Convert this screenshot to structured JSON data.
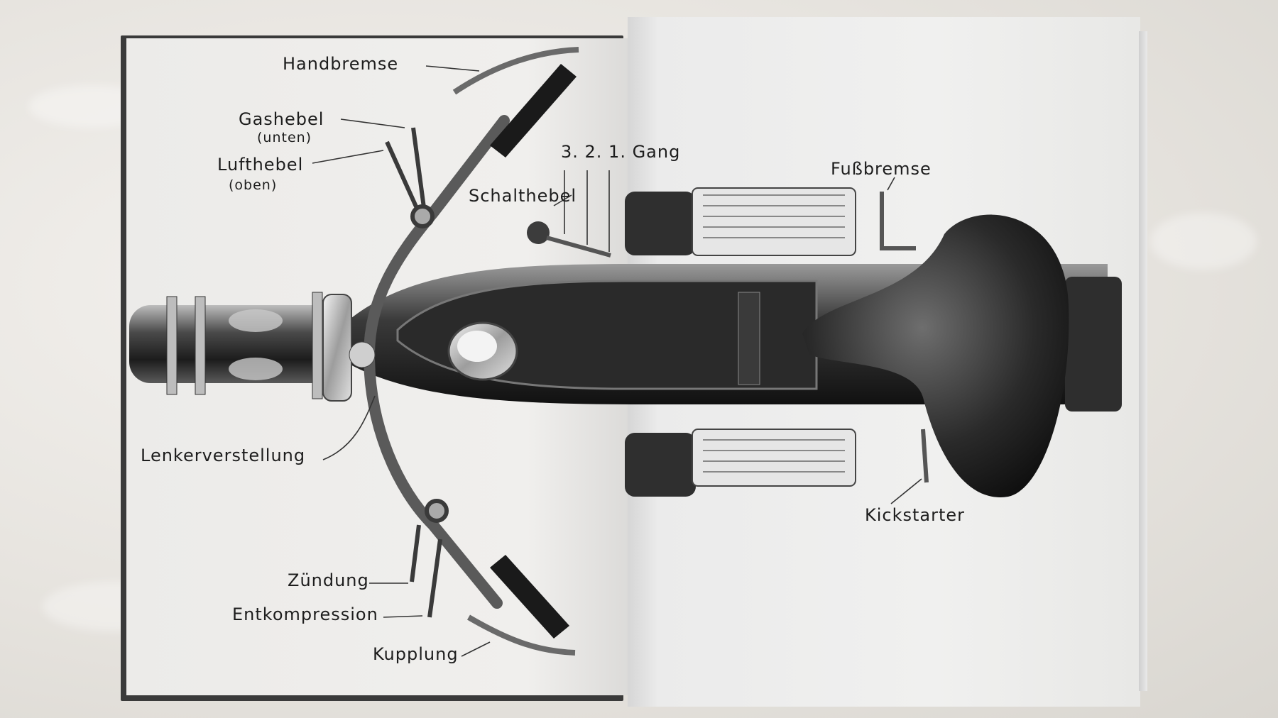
{
  "labels": {
    "handbremse": "Handbremse",
    "gashebel": "Gashebel",
    "gashebel_note": "(unten)",
    "lufthebel": "Lufthebel",
    "lufthebel_note": "(oben)",
    "gang": "3. 2. 1. Gang",
    "schalthebel": "Schalthebel",
    "fussbremse": "Fußbremse",
    "lenkerverstellung": "Lenkerverstellung",
    "kickstarter": "Kickstarter",
    "zuendung": "Zündung",
    "entkompression": "Entkompression",
    "kupplung": "Kupplung"
  }
}
